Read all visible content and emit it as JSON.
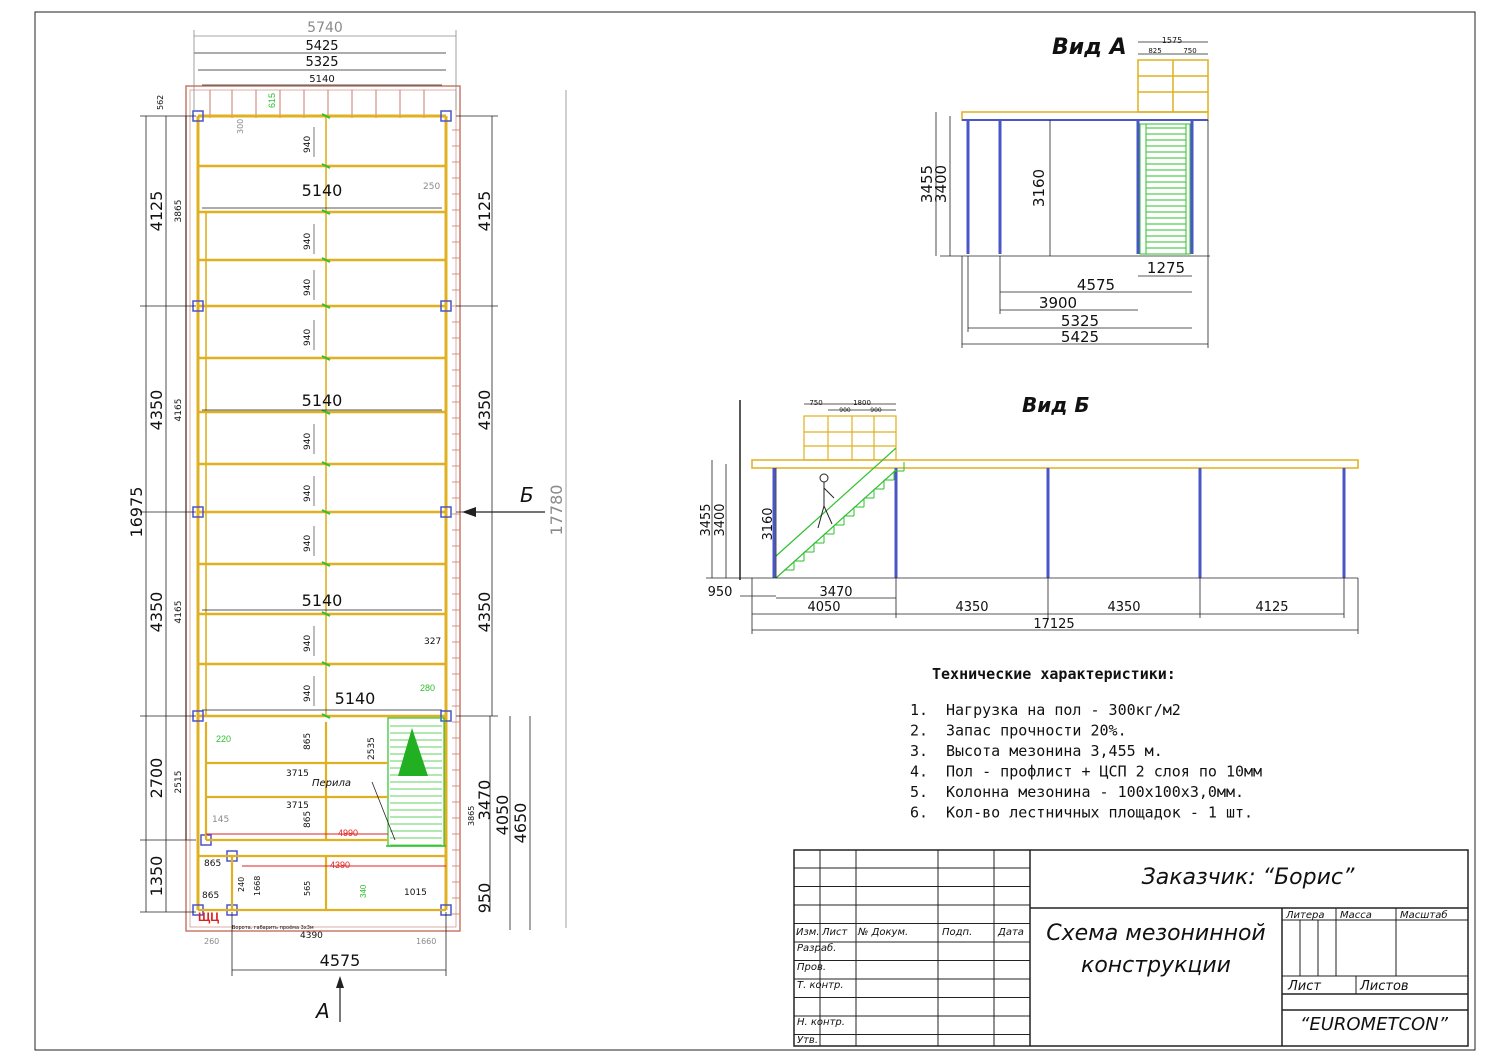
{
  "plan": {
    "dims_top": [
      "5740",
      "5425",
      "5325",
      "5140"
    ],
    "span_label": "5140",
    "left_dims": [
      "4125",
      "4350",
      "4350",
      "2700",
      "1350"
    ],
    "left_inner": [
      "3865",
      "4165",
      "4165",
      "2515"
    ],
    "total_left": "16975",
    "right_dims": [
      "4125",
      "4350",
      "4350"
    ],
    "total_right": "17780",
    "bottom_right": [
      "3470",
      "4050",
      "4650",
      "950"
    ],
    "beam_spacing": "940",
    "small_labels": {
      "d562": "562",
      "d300": "300",
      "d615": "615",
      "d250": "250",
      "d327": "327",
      "d280": "280",
      "d220": "220",
      "d865": "865",
      "d2535": "2535",
      "d3715a": "3715",
      "d3715b": "3715",
      "d145": "145",
      "d4990": "4990",
      "d4390r": "4390",
      "d865b": "865",
      "d865c": "865",
      "d240": "240",
      "d1668": "1668",
      "d565": "565",
      "d340": "340",
      "d1015": "1015",
      "d3865b": "3865",
      "d260": "260",
      "d4390": "4390",
      "d1660": "1660",
      "d4575": "4575"
    },
    "railing_label": "Перила",
    "gate_note": "Ворота. габарить проёма 3х3м",
    "panel_label": "ЩЦ",
    "arrow_a": "А",
    "arrow_b": "Б"
  },
  "view_a": {
    "title": "Вид А",
    "dims": [
      "1575",
      "825",
      "750",
      "3455",
      "3400",
      "3160",
      "1275",
      "4575",
      "3900",
      "5325",
      "5425"
    ]
  },
  "view_b": {
    "title": "Вид Б",
    "dims": [
      "750",
      "1800",
      "900",
      "900",
      "3455",
      "3400",
      "3160",
      "950",
      "3470",
      "4050",
      "4350",
      "4350",
      "4125",
      "17125"
    ]
  },
  "tech": {
    "heading": "Технические характеристики:",
    "items": [
      {
        "n": "1.",
        "t": "Нагрузка на пол - 300кг/м2"
      },
      {
        "n": "2.",
        "t": "Запас прочности 20%."
      },
      {
        "n": "3.",
        "t": "Высота мезонина 3,455 м."
      },
      {
        "n": "4.",
        "t": "Пол - профлист + ЦСП 2 слоя по 10мм"
      },
      {
        "n": "5.",
        "t": "Колонна мезонина - 100х100х3,0мм."
      },
      {
        "n": "6.",
        "t": "Кол-во лестничных площадок - 1 шт."
      }
    ]
  },
  "stamp": {
    "customer": "Заказчик: “Борис”",
    "title1": "Схема мезонинной",
    "title2": "конструкции",
    "cols": [
      "Изм.",
      "Лист",
      "№ Докум.",
      "Подп.",
      "Дата"
    ],
    "rows": [
      "Разраб.",
      "Пров.",
      "Т. контр.",
      "Н. контр.",
      "Утв."
    ],
    "litera": "Литера",
    "massa": "Масса",
    "masshtab": "Масштаб",
    "list": "Лист",
    "listov": "Листов",
    "company": "“EUROMETCON”"
  },
  "colors": {
    "beam": "#e0b020",
    "green": "#2ec02e",
    "column": "#4a55c8",
    "wall": "#c87a6a",
    "red": "#e02020",
    "line": "#111111",
    "grey": "#8a8a8a"
  }
}
